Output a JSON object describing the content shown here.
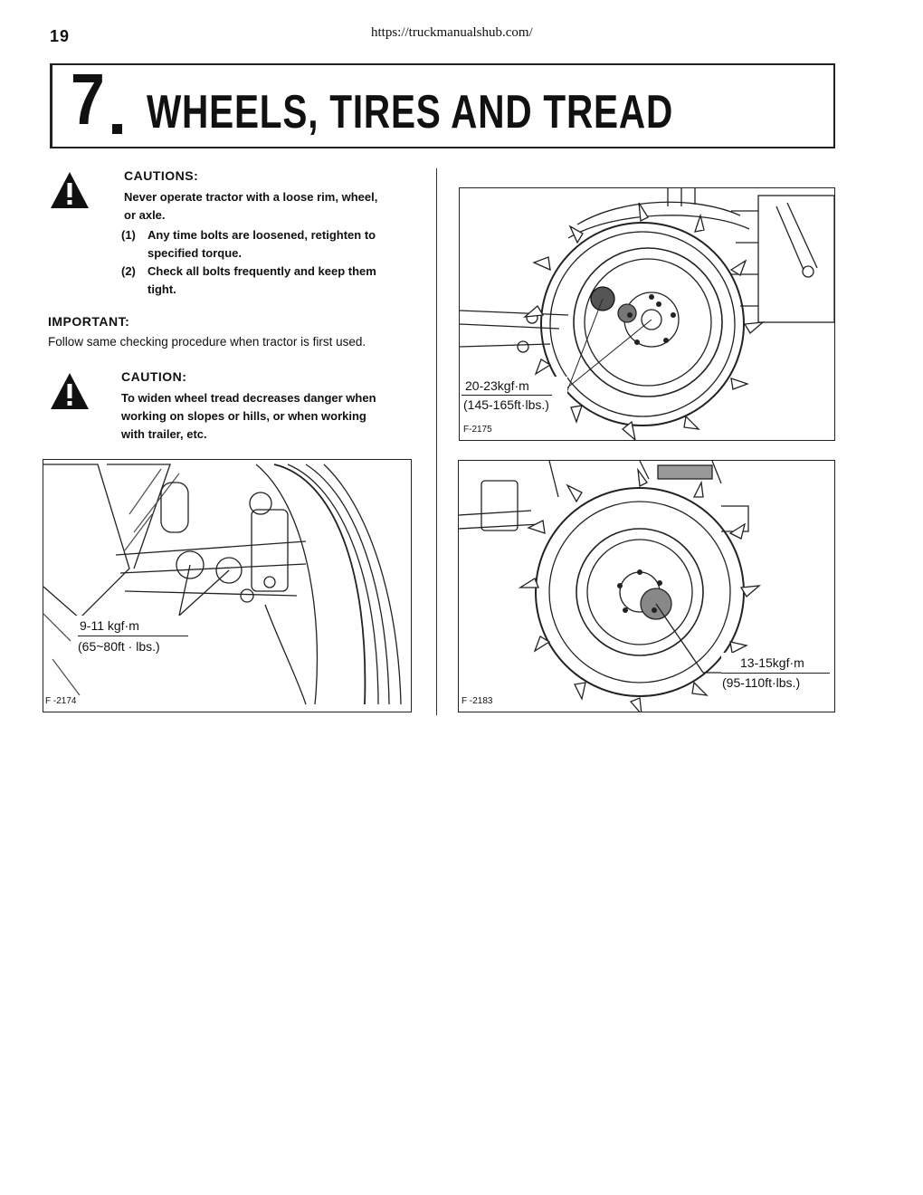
{
  "header": {
    "page_number": "19",
    "url": "https://truckmanualshub.com/"
  },
  "title": {
    "number": "7",
    "text": "WHEELS, TIRES AND TREAD"
  },
  "cautions_block": {
    "icon": "warning-triangle-icon",
    "heading": "CAUTIONS:",
    "line1": "Never operate tractor with a loose rim, wheel,",
    "line2": "or axle.",
    "item1_num": "(1)",
    "item1_line1": "Any time bolts are loosened, retighten to",
    "item1_line2": "specified torque.",
    "item2_num": "(2)",
    "item2_line1": "Check all bolts frequently and keep them",
    "item2_line2": "tight."
  },
  "important_block": {
    "heading": "IMPORTANT:",
    "text": "Follow same checking procedure when tractor is first used."
  },
  "caution_block": {
    "icon": "warning-triangle-icon",
    "heading": "CAUTION:",
    "line1": "To widen wheel tread decreases danger when",
    "line2": "working on slopes or hills, or when working",
    "line3": "with trailer, etc."
  },
  "figures": {
    "rear_wheel": {
      "torque_metric": "20-23kgf·m",
      "torque_imperial": "(145-165ft·lbs.)",
      "code": "F-2175"
    },
    "front_axle": {
      "torque_metric": "9-11 kgf·m",
      "torque_imperial": "(65~80ft · lbs.)",
      "code": "F -2174"
    },
    "front_wheel": {
      "torque_metric": "13-15kgf·m",
      "torque_imperial": "(95-110ft·lbs.)",
      "code": "F -2183"
    }
  }
}
